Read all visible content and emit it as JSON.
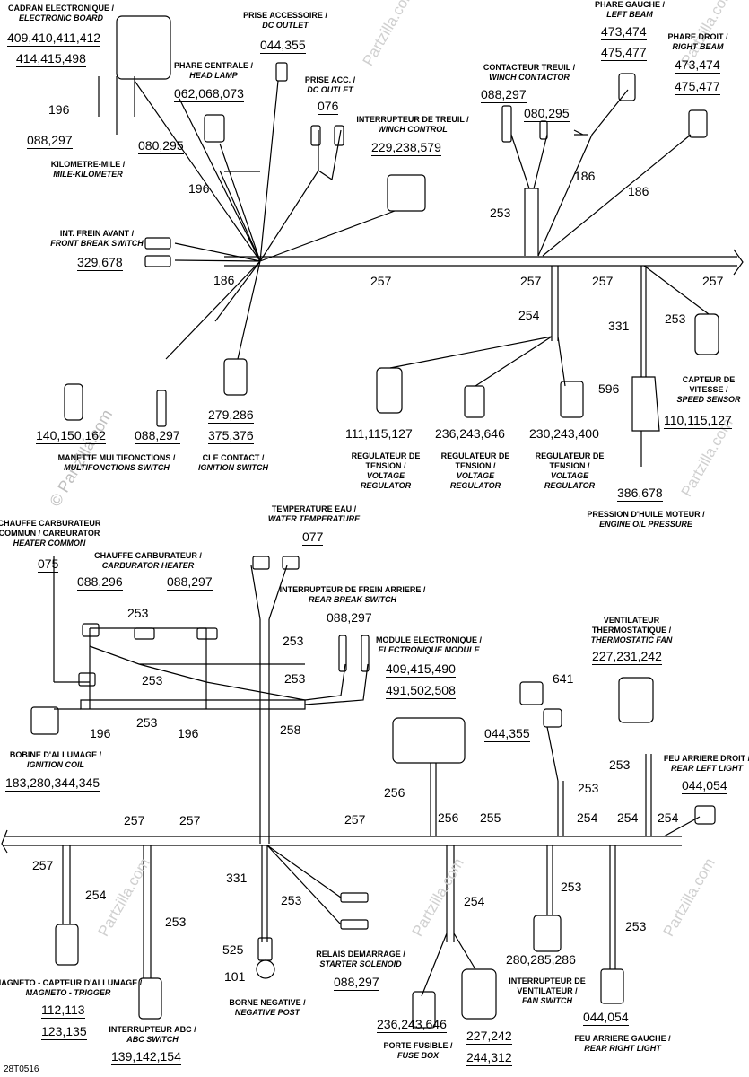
{
  "components": {
    "electronic_board": {
      "fr": "CADRAN ELECTRONIQUE /",
      "en": "ELECTRONIC BOARD",
      "p1": "409,410,411,412",
      "p2": "414,415,498"
    },
    "dc_outlet_1": {
      "fr": "PRISE ACCESSOIRE /",
      "en": "DC OUTLET",
      "p1": "044,355"
    },
    "head_lamp": {
      "fr": "PHARE CENTRALE /",
      "en": "HEAD LAMP",
      "p1": "062,068,073"
    },
    "dc_outlet_2": {
      "fr": "PRISE ACC. /",
      "en": "DC OUTLET",
      "p1": "076"
    },
    "left_beam": {
      "fr": "PHARE GAUCHE /",
      "en": "LEFT BEAM",
      "p1": "473,474",
      "p2": "475,477"
    },
    "right_beam": {
      "fr": "PHARE DROIT /",
      "en": "RIGHT BEAM",
      "p1": "473,474",
      "p2": "475,477"
    },
    "winch_contactor": {
      "fr": "CONTACTEUR TREUIL /",
      "en": "WINCH CONTACTOR",
      "p1": "088,297",
      "p2": "080,295"
    },
    "winch_control": {
      "fr": "INTERRUPTEUR DE TREUIL /",
      "en": "WINCH CONTROL",
      "p1": "229,238,579"
    },
    "kilometer": {
      "fr": "KILOMETRE-MILE /",
      "en": "MILE-KILOMETER",
      "p1": "196",
      "p2": "088,297",
      "p3": "080,295"
    },
    "front_brake": {
      "fr": "INT. FREIN AVANT /",
      "en": "FRONT BREAK SWITCH",
      "p1": "329,678"
    },
    "multifunction": {
      "fr": "MANETTE MULTIFONCTIONS /",
      "en": "MULTIFONCTIONS SWITCH",
      "p1": "140,150,162",
      "p2": "088,297"
    },
    "ignition_switch": {
      "fr": "CLE CONTACT /",
      "en": "IGNITION SWITCH",
      "p1": "279,286",
      "p2": "375,376"
    },
    "regulator_1": {
      "fr1": "REGULATEUR DE",
      "fr2": "TENSION /",
      "en1": "VOLTAGE",
      "en2": "REGULATOR",
      "p1": "111,115,127"
    },
    "regulator_2": {
      "fr1": "REGULATEUR DE",
      "fr2": "TENSION /",
      "en1": "VOLTAGE",
      "en2": "REGULATOR",
      "p1": "236,243,646"
    },
    "regulator_3": {
      "fr1": "REGULATEUR DE",
      "fr2": "TENSION /",
      "en1": "VOLTAGE",
      "en2": "REGULATOR",
      "p1": "230,243,400"
    },
    "speed_sensor": {
      "fr1": "CAPTEUR DE",
      "fr2": "VITESSE /",
      "en": "SPEED SENSOR",
      "p1": "110,115,127"
    },
    "oil_pressure": {
      "fr": "PRESSION D'HUILE MOTEUR /",
      "en": "ENGINE OIL PRESSURE",
      "p1": "596",
      "p2": "386,678"
    },
    "carb_heater_common": {
      "fr1": "CHAUFFE CARBURATEUR",
      "fr2": "COMMUN / CARBURATOR",
      "en": "HEATER COMMON",
      "p1": "075"
    },
    "carb_heater": {
      "fr": "CHAUFFE CARBURATEUR /",
      "en": "CARBURATOR HEATER",
      "p1": "088,296",
      "p2": "088,297"
    },
    "water_temp": {
      "fr": "TEMPERATURE EAU /",
      "en": "WATER TEMPERATURE",
      "p1": "077"
    },
    "rear_brake": {
      "fr": "INTERRUPTEUR DE FREIN ARRIERE /",
      "en": "REAR BREAK SWITCH",
      "p1": "088,297"
    },
    "electronic_module": {
      "fr": "MODULE ELECTRONIQUE /",
      "en": "ELECTRONIQUE MODULE",
      "p1": "409,415,490",
      "p2": "491,502,508"
    },
    "thermostatic_fan": {
      "fr1": "VENTILATEUR",
      "fr2": "THERMOSTATIQUE /",
      "en": "THERMOSTATIC FAN",
      "p1": "227,231,242"
    },
    "ignition_coil": {
      "fr": "BOBINE D'ALLUMAGE /",
      "en": "IGNITION COIL",
      "p1": "183,280,344,345"
    },
    "misc_641": {
      "p1": "641",
      "p2": "044,355"
    },
    "rear_left_light": {
      "fr": "FEU ARRIERE DROIT /",
      "en": "REAR LEFT LIGHT",
      "p1": "044,054"
    },
    "magneto": {
      "fr": "MAGNETO - CAPTEUR D'ALLUMAGE /",
      "en": "MAGNETO - TRIGGER",
      "p1": "112,113",
      "p2": "123,135"
    },
    "abc_switch": {
      "fr": "INTERRUPTEUR ABC /",
      "en": "ABC SWITCH",
      "p1": "139,142,154"
    },
    "negative_post": {
      "fr": "BORNE NEGATIVE /",
      "en": "NEGATIVE POST",
      "p1": "525",
      "p2": "101"
    },
    "starter_solenoid": {
      "fr": "RELAIS DEMARRAGE /",
      "en": "STARTER SOLENOID",
      "p1": "088,297"
    },
    "fuse_box": {
      "fr": "PORTE FUSIBLE /",
      "en": "FUSE BOX",
      "p1": "236,243,646"
    },
    "fan_switch": {
      "fr1": "INTERRUPTEUR DE",
      "fr2": "VENTILATEUR /",
      "en": "FAN SWITCH",
      "p1": "280,285,286"
    },
    "misc_227": {
      "p1": "227,242",
      "p2": "244,312"
    },
    "rear_right_light": {
      "fr": "FEU ARRIERE GAUCHE /",
      "en": "REAR RIGHT LIGHT",
      "p1": "044,054"
    }
  },
  "wire_numbers": {
    "w186a": "186",
    "w186b": "186",
    "w186c": "186",
    "w253a": "253",
    "w257a": "257",
    "w257b": "257",
    "w257c": "257",
    "w257d": "257",
    "w254a": "254",
    "w331a": "331",
    "w253b": "253",
    "w196a": "196",
    "w253c": "253",
    "w253d": "253",
    "w253e": "253",
    "w253f": "253",
    "w253g": "253",
    "w196b": "196",
    "w196c": "196",
    "w258": "258",
    "w256a": "256",
    "w253h": "253",
    "w253i": "253",
    "w257e": "257",
    "w257f": "257",
    "w257g": "257",
    "w256b": "256",
    "w255": "255",
    "w254b": "254",
    "w254c": "254",
    "w254d": "254",
    "w257h": "257",
    "w254e": "254",
    "w253j": "253",
    "w331b": "331",
    "w253k": "253",
    "w254f": "254",
    "w253l": "253",
    "w253m": "253"
  },
  "footer": {
    "ref": "28T0516"
  },
  "watermark": {
    "text": "© Partzilla.com",
    "brand": "Partzilla.com"
  }
}
